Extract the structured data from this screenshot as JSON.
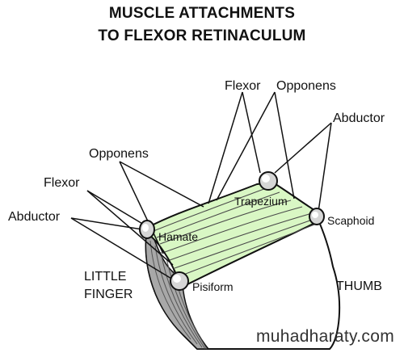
{
  "title": {
    "line1": "MUSCLE ATTACHMENTS",
    "line2": "TO FLEXOR RETINACULUM"
  },
  "labels": {
    "flexor_top": "Flexor",
    "opponens_top": "Opponens",
    "abductor_right": "Abductor",
    "opponens_left": "Opponens",
    "flexor_left": "Flexor",
    "abductor_left": "Abductor",
    "trapezium": "Trapezium",
    "scaphoid": "Scaphoid",
    "hamate": "Hamate",
    "pisiform": "Pisiform",
    "little_finger_line1": "LITTLE",
    "little_finger_line2": "FINGER",
    "thumb": "THUMB"
  },
  "watermark": "muhadharaty.com",
  "colors": {
    "retinaculum": "#d9f7c4",
    "outline": "#111111",
    "bone": "#d6d6d6",
    "side": "#a8a8a8"
  }
}
